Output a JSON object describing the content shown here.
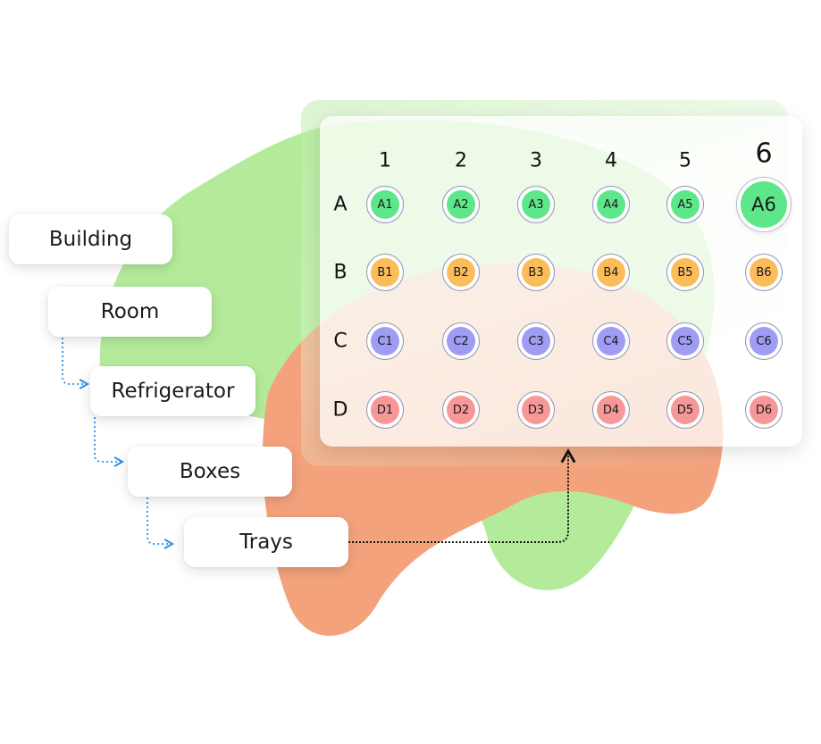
{
  "hierarchy": {
    "building": "Building",
    "room": "Room",
    "refrigerator": "Refrigerator",
    "boxes": "Boxes",
    "trays": "Trays"
  },
  "plate": {
    "columns": [
      "1",
      "2",
      "3",
      "4",
      "5",
      "6"
    ],
    "rows": [
      {
        "label": "A",
        "color": "#5ee68a",
        "wells": [
          "A1",
          "A2",
          "A3",
          "A4",
          "A5",
          "A6"
        ]
      },
      {
        "label": "B",
        "color": "#fbbd5b",
        "wells": [
          "B1",
          "B2",
          "B3",
          "B4",
          "B5",
          "B6"
        ]
      },
      {
        "label": "C",
        "color": "#9f9cf4",
        "wells": [
          "C1",
          "C2",
          "C3",
          "C4",
          "C5",
          "C6"
        ]
      },
      {
        "label": "D",
        "color": "#f79898",
        "wells": [
          "D1",
          "D2",
          "D3",
          "D4",
          "D5",
          "D6"
        ]
      }
    ],
    "highlighted_well": "A6"
  },
  "colors": {
    "blob_green": "#b4eb9b",
    "blob_orange": "#f3a27c",
    "connector_blue": "#2b8fe6",
    "connector_black": "#111111"
  }
}
